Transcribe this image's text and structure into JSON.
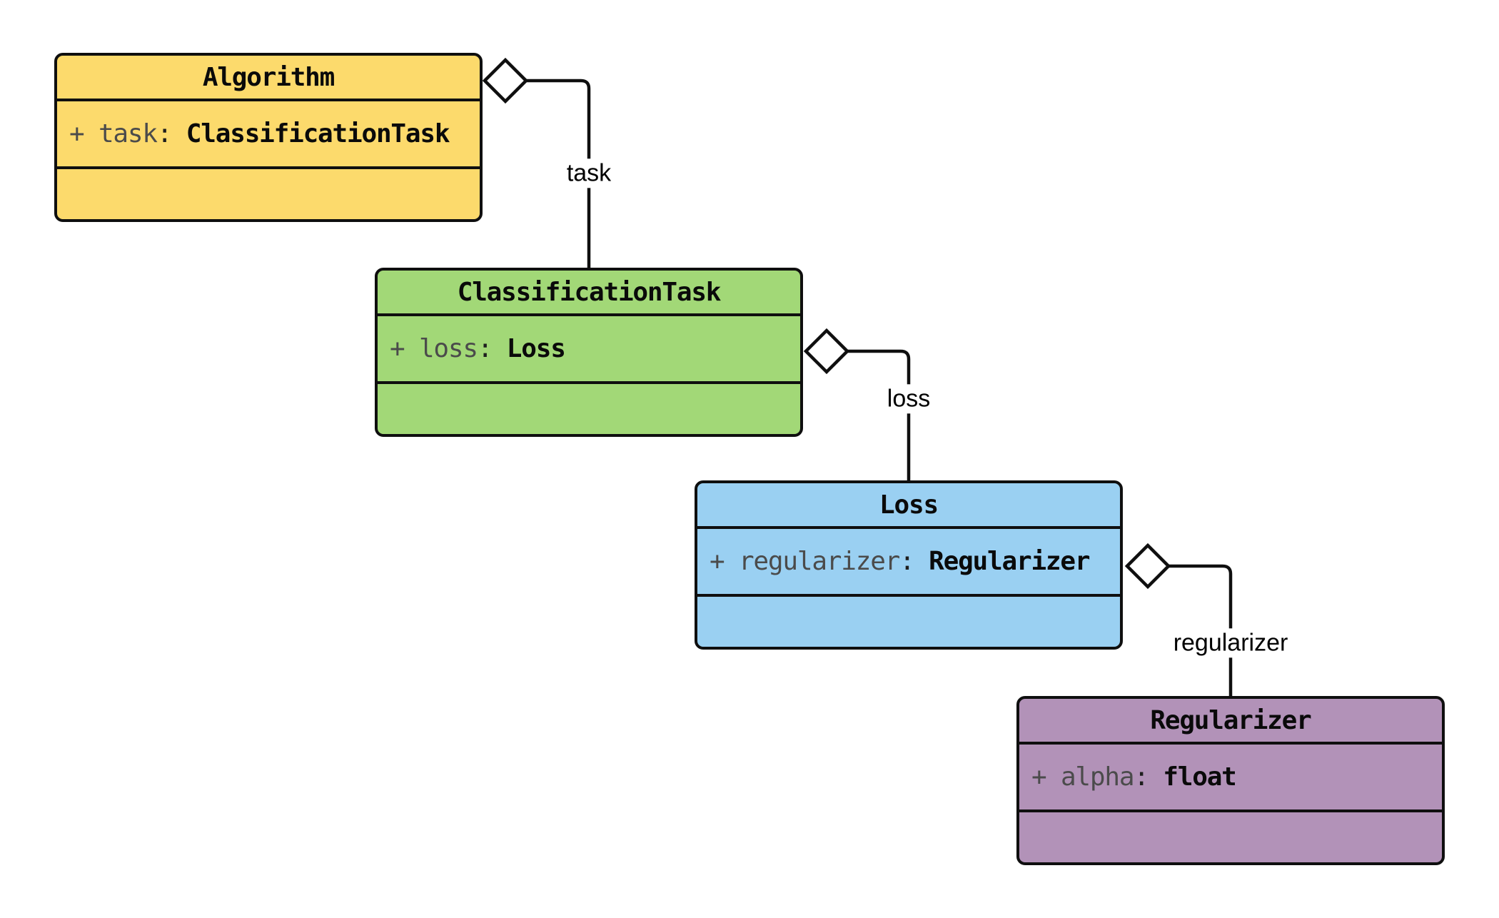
{
  "diagram": {
    "kind": "uml-class-diagram",
    "background": "#ffffff",
    "stroke_color": "#0f0f0f",
    "diamond_fill": "#ffffff"
  },
  "classes": [
    {
      "name": "Algorithm",
      "fill": "#FCDA6C",
      "attribute": {
        "name": "+ task",
        "colon": ": ",
        "type": "ClassificationTask"
      }
    },
    {
      "name": "ClassificationTask",
      "fill": "#A2D877",
      "attribute": {
        "name": "+ loss",
        "colon": ": ",
        "type": "Loss"
      }
    },
    {
      "name": "Loss",
      "fill": "#9AD0F2",
      "attribute": {
        "name": "+ regularizer",
        "colon": ": ",
        "type": "Regularizer"
      }
    },
    {
      "name": "Regularizer",
      "fill": "#B292B8",
      "attribute": {
        "name": "+ alpha",
        "colon": ": ",
        "type": "float"
      }
    }
  ],
  "edges": [
    {
      "label": "task",
      "from": "Algorithm",
      "to": "ClassificationTask",
      "kind": "aggregation"
    },
    {
      "label": "loss",
      "from": "ClassificationTask",
      "to": "Loss",
      "kind": "aggregation"
    },
    {
      "label": "regularizer",
      "from": "Loss",
      "to": "Regularizer",
      "kind": "aggregation"
    }
  ]
}
